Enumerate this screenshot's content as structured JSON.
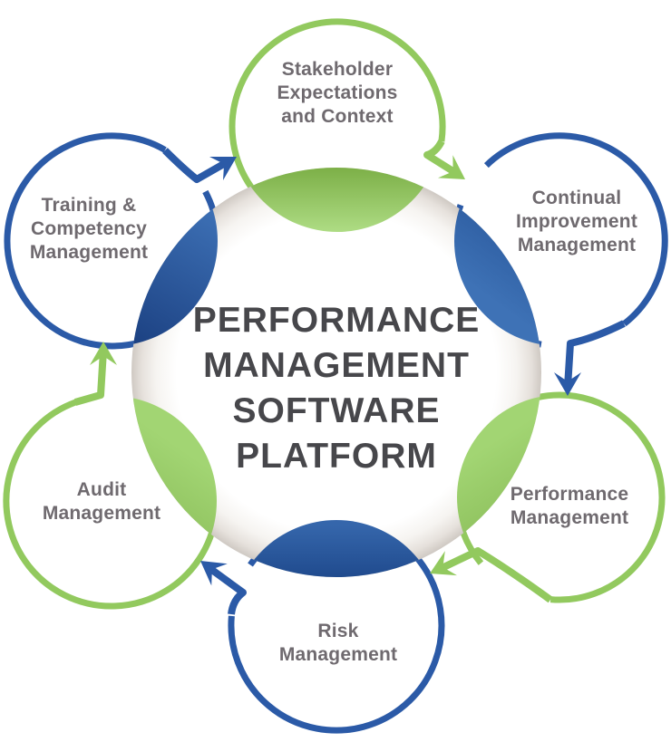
{
  "diagram": {
    "title": "Performance management software platform cycle diagram",
    "flow_direction": "clockwise",
    "center": {
      "title": "PERFORMANCE\nMANAGEMENT\nSOFTWARE\nPLATFORM"
    },
    "nodes": [
      {
        "id": "stakeholder-expectations",
        "label": "Stakeholder\nExpectations\nand Context",
        "ring_color": "green",
        "position": "top"
      },
      {
        "id": "continual-improvement",
        "label": "Continual\nImprovement\nManagement",
        "ring_color": "blue",
        "position": "top-right"
      },
      {
        "id": "performance-management",
        "label": "Performance\nManagement",
        "ring_color": "green",
        "position": "bottom-right"
      },
      {
        "id": "risk-management",
        "label": "Risk\nManagement",
        "ring_color": "blue",
        "position": "bottom"
      },
      {
        "id": "audit-management",
        "label": "Audit\nManagement",
        "ring_color": "green",
        "position": "bottom-left"
      },
      {
        "id": "training-competency",
        "label": "Training &\nCompetency\nManagement",
        "ring_color": "blue",
        "position": "top-left"
      }
    ],
    "arrows": [
      {
        "from": "training-competency",
        "to": "stakeholder-expectations",
        "color": "blue"
      },
      {
        "from": "stakeholder-expectations",
        "to": "continual-improvement",
        "color": "green"
      },
      {
        "from": "continual-improvement",
        "to": "performance-management",
        "color": "blue"
      },
      {
        "from": "performance-management",
        "to": "risk-management",
        "color": "green"
      },
      {
        "from": "risk-management",
        "to": "audit-management",
        "color": "blue"
      },
      {
        "from": "audit-management",
        "to": "training-competency",
        "color": "green"
      }
    ],
    "colors": {
      "green": "#92C95E",
      "blue": "#2B5AA7",
      "center_text": "#47474B",
      "label_text": "#6F6A6F",
      "petal_green_light": "#AEDC84",
      "petal_green_dark": "#78AB45",
      "petal_blue_light": "#3D70B5",
      "petal_blue_dark": "#1D4484",
      "center_rim": "#CFC9C3"
    }
  }
}
